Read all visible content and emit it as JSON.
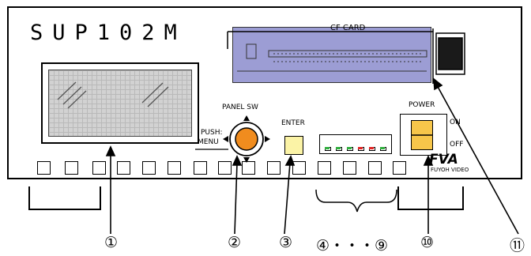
{
  "device": {
    "model": "SUP102M",
    "cf_card_label": "CF CARD",
    "panel_sw_label": "PANEL SW",
    "push_label": "PUSH:",
    "menu_label": "MENU",
    "enter_label": "ENTER",
    "power_label": "POWER",
    "power_on_label": "ON",
    "power_off_label": "OFF",
    "brand_logo": "FVA",
    "brand_text": "FUYOH VIDEO"
  },
  "callouts": {
    "c1": "①",
    "c2": "②",
    "c3": "③",
    "c4_9": "④・・・⑨",
    "c10": "⑩",
    "c11": "⑪"
  },
  "colors": {
    "knob": "#f08c1e",
    "enter": "#fbf3a6",
    "power_toggle": "#f7c64a",
    "cf_slot": "#9c9dd4",
    "led_green": "#2fae3d",
    "led_red": "#e02424"
  },
  "indicators": [
    "green",
    "green",
    "green",
    "red",
    "red",
    "green"
  ]
}
